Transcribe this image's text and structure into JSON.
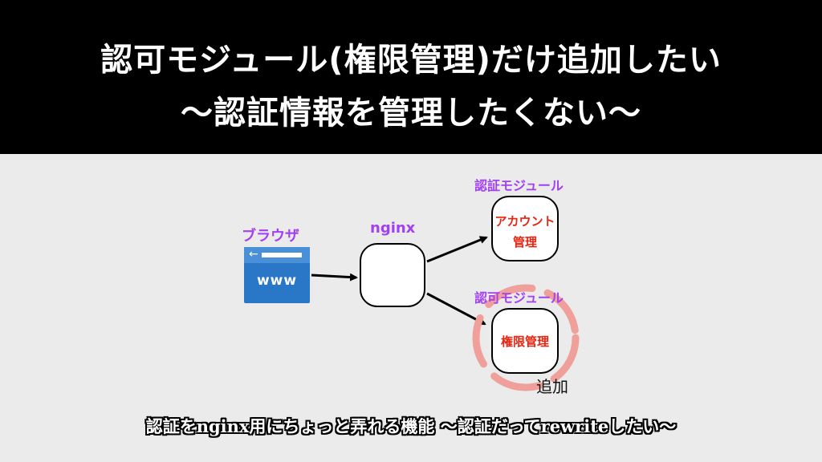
{
  "title": {
    "line1": "認可モジュール(権限管理)だけ追加したい",
    "line2": "〜認証情報を管理したくない〜"
  },
  "diagram": {
    "browser": {
      "label": "ブラウザ",
      "text": "www",
      "back_glyph": "←",
      "icon": "browser-window-icon"
    },
    "nginx": {
      "label": "nginx"
    },
    "auth_module": {
      "label": "認証モジュール",
      "box_line1": "アカウント",
      "box_line2": "管理"
    },
    "authz_module": {
      "label": "認可モジュール",
      "box_text": "権限管理",
      "note": "追加"
    }
  },
  "subtitle": "認証をnginx用にちょっと弄れる機能 〜認証だってrewriteしたい〜",
  "colors": {
    "header_bg": "#000000",
    "body_bg": "#ebebeb",
    "label_purple": "#a341f2",
    "box_text_red": "#e8230f",
    "highlight_circle": "#f0a09a",
    "browser_blue": "#2a77c8"
  }
}
